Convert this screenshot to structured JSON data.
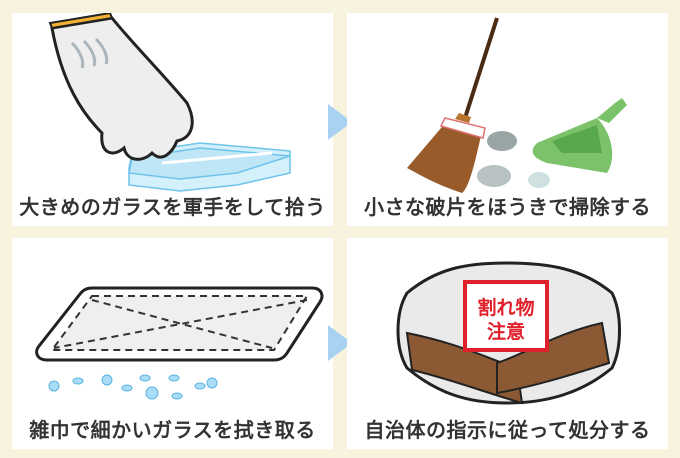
{
  "steps": [
    {
      "caption": "大きめのガラスを軍手をして拾う",
      "illustration": "gloved-hand-picking-glass"
    },
    {
      "caption": "小さな破片をほうきで掃除する",
      "illustration": "broom-and-dustpan"
    },
    {
      "caption": "雑巾で細かいガラスを拭き取る",
      "illustration": "cloth-wiping-glass-shards"
    },
    {
      "caption": "自治体の指示に従って処分する",
      "illustration": "taped-package-fragile-label"
    }
  ],
  "label": {
    "line1": "割れ物",
    "line2": "注意"
  },
  "colors": {
    "background": "#f8f3df",
    "panel": "#ffffff",
    "arrow": "#a9d2f2",
    "text": "#333333",
    "glass": "#bfe6f7",
    "label_red": "#e0202a",
    "tape": "#8b5a34",
    "dustpan": "#7cc26a",
    "broom": "#8b5226"
  }
}
